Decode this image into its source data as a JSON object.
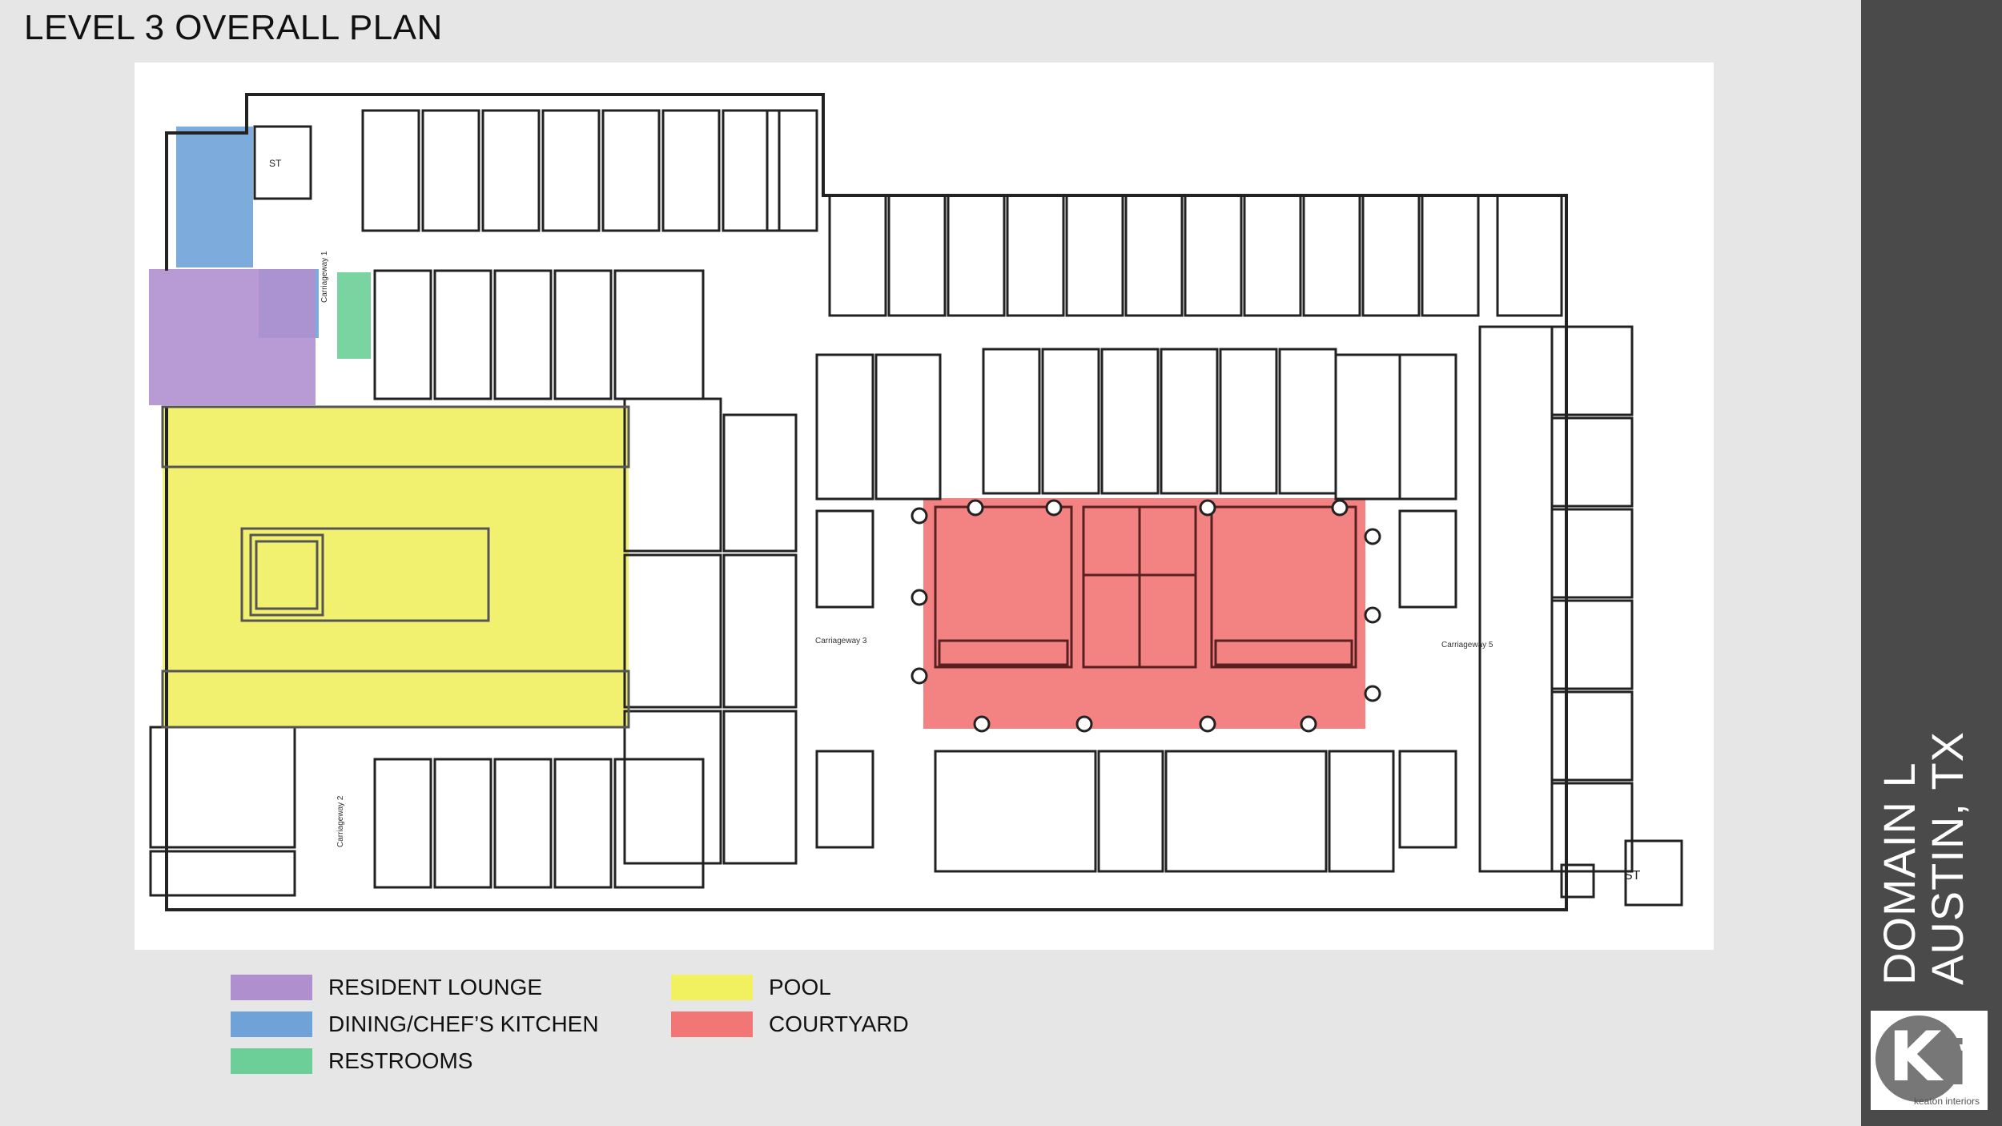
{
  "title": "LEVEL 3 OVERALL PLAN",
  "project": {
    "name": "DOMAIN L",
    "location": "AUSTIN, TX"
  },
  "logo": {
    "wordmark": "keaton interiors"
  },
  "legend": [
    {
      "label": "RESIDENT LOUNGE",
      "color": "#b08fcf"
    },
    {
      "label": "DINING/CHEF’S KITCHEN",
      "color": "#6fa3d8"
    },
    {
      "label": "RESTROOMS",
      "color": "#6ccf97"
    },
    {
      "label": "POOL",
      "color": "#f1f05f"
    },
    {
      "label": "COURTYARD",
      "color": "#f27676"
    }
  ],
  "plan_labels": {
    "carriageway_1": "Carriageway 1",
    "carriageway_2": "Carriageway 2",
    "carriageway_3": "Carriageway 3",
    "carriageway_5": "Carriageway 5",
    "stair_a": "ST",
    "stair_b": "ST"
  }
}
